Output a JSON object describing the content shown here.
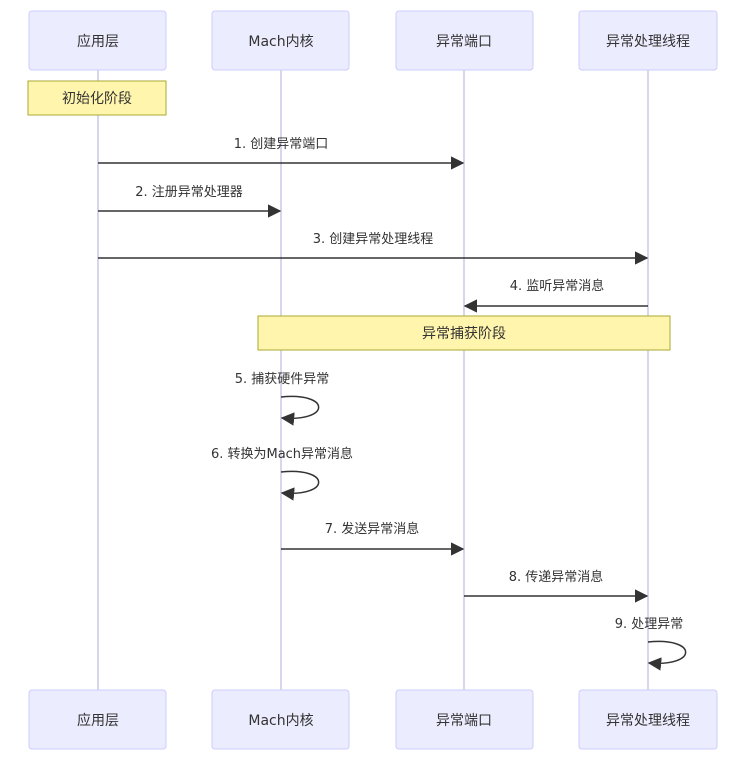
{
  "participants": [
    {
      "id": "app",
      "label": "应用层"
    },
    {
      "id": "kernel",
      "label": "Mach内核"
    },
    {
      "id": "port",
      "label": "异常端口"
    },
    {
      "id": "thread",
      "label": "异常处理线程"
    }
  ],
  "phases": [
    {
      "label": "初始化阶段"
    },
    {
      "label": "异常捕获阶段"
    }
  ],
  "messages": [
    {
      "from": "app",
      "to": "port",
      "label": "1. 创建异常端口"
    },
    {
      "from": "app",
      "to": "kernel",
      "label": "2. 注册异常处理器"
    },
    {
      "from": "app",
      "to": "thread",
      "label": "3. 创建异常处理线程"
    },
    {
      "from": "thread",
      "to": "port",
      "label": "4. 监听异常消息"
    },
    {
      "from": "kernel",
      "to": "kernel",
      "label": "5. 捕获硬件异常"
    },
    {
      "from": "kernel",
      "to": "kernel",
      "label": "6. 转换为Mach异常消息"
    },
    {
      "from": "kernel",
      "to": "port",
      "label": "7. 发送异常消息"
    },
    {
      "from": "port",
      "to": "thread",
      "label": "8. 传递异常消息"
    },
    {
      "from": "thread",
      "to": "thread",
      "label": "9. 处理异常"
    }
  ],
  "colors": {
    "participant_fill": "#ECECFF",
    "participant_stroke": "#CCCCFF",
    "lifeline": "#C8C8E6",
    "note_fill": "#FFF5AD",
    "note_stroke": "#AAAA33",
    "arrow": "#333333",
    "text": "#333333"
  }
}
